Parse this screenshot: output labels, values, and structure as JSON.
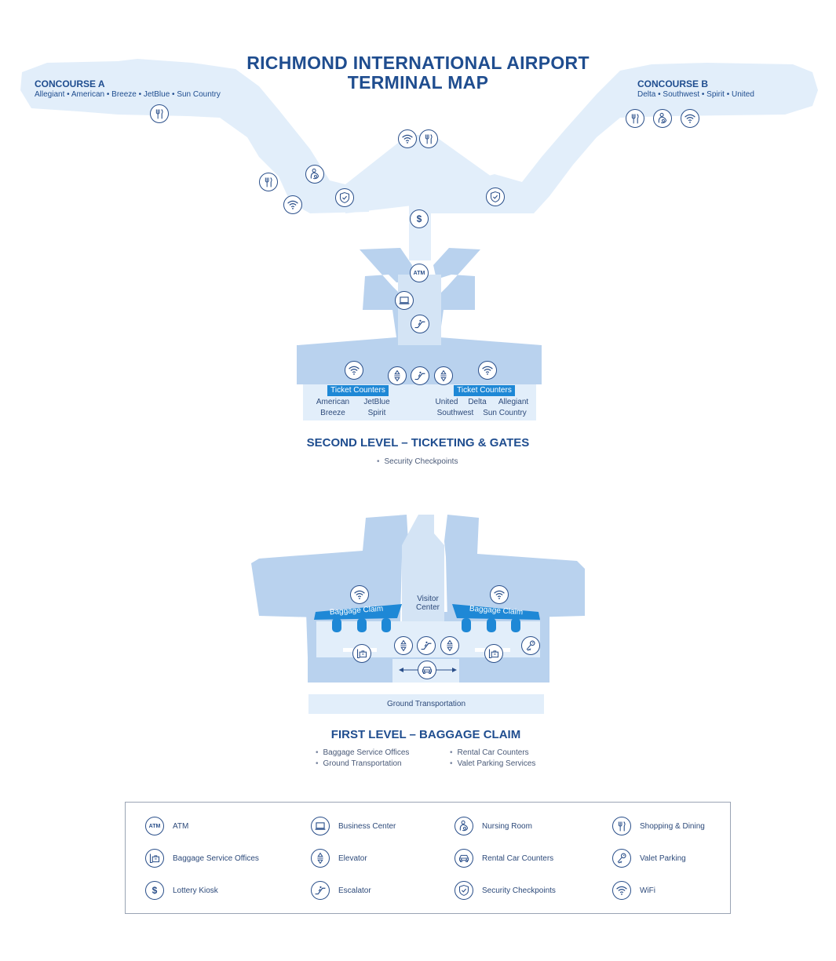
{
  "title": "RICHMOND INTERNATIONAL AIRPORT TERMINAL MAP",
  "concourse_a": {
    "name": "CONCOURSE A",
    "airlines": "Allegiant • American • Breeze • JetBlue • Sun Country"
  },
  "concourse_b": {
    "name": "CONCOURSE B",
    "airlines": "Delta • Southwest • Spirit • United"
  },
  "second_level": {
    "title": "SECOND LEVEL – TICKETING & GATES",
    "bullets": [
      "Security Checkpoints"
    ],
    "ticket_counter_label": "Ticket Counters",
    "left_airlines": [
      "American",
      "JetBlue",
      "Breeze",
      "Spirit"
    ],
    "right_airlines": [
      "United",
      "Delta",
      "Allegiant",
      "Southwest",
      "Sun Country"
    ]
  },
  "first_level": {
    "title": "FIRST LEVEL – BAGGAGE CLAIM",
    "bullets": [
      "Baggage Service Offices",
      "Ground Transportation",
      "Rental Car Counters",
      "Valet Parking Services"
    ],
    "baggage_claim_label": "Baggage Claim",
    "visitor_center": "Visitor Center",
    "ground_transportation": "Ground Transportation"
  },
  "legend": [
    {
      "icon": "atm-icon",
      "label": "ATM"
    },
    {
      "icon": "business-center-icon",
      "label": "Business Center"
    },
    {
      "icon": "nursing-room-icon",
      "label": "Nursing Room"
    },
    {
      "icon": "shopping-dining-icon",
      "label": "Shopping & Dining"
    },
    {
      "icon": "baggage-service-icon",
      "label": "Baggage Service Offices"
    },
    {
      "icon": "elevator-icon",
      "label": "Elevator"
    },
    {
      "icon": "rental-car-icon",
      "label": "Rental Car Counters"
    },
    {
      "icon": "valet-parking-icon",
      "label": "Valet Parking"
    },
    {
      "icon": "lottery-kiosk-icon",
      "label": "Lottery Kiosk"
    },
    {
      "icon": "escalator-icon",
      "label": "Escalator"
    },
    {
      "icon": "security-checkpoint-icon",
      "label": "Security Checkpoints"
    },
    {
      "icon": "wifi-icon",
      "label": "WiFi"
    }
  ],
  "icon_text": {
    "atm": "ATM",
    "dollar": "$"
  },
  "colors": {
    "floor_light": "#e2eefa",
    "floor_mid": "#b9d2ee",
    "floor_dark": "#a9c5e8",
    "accent": "#1e88d6",
    "ink": "#1f4d8f"
  }
}
